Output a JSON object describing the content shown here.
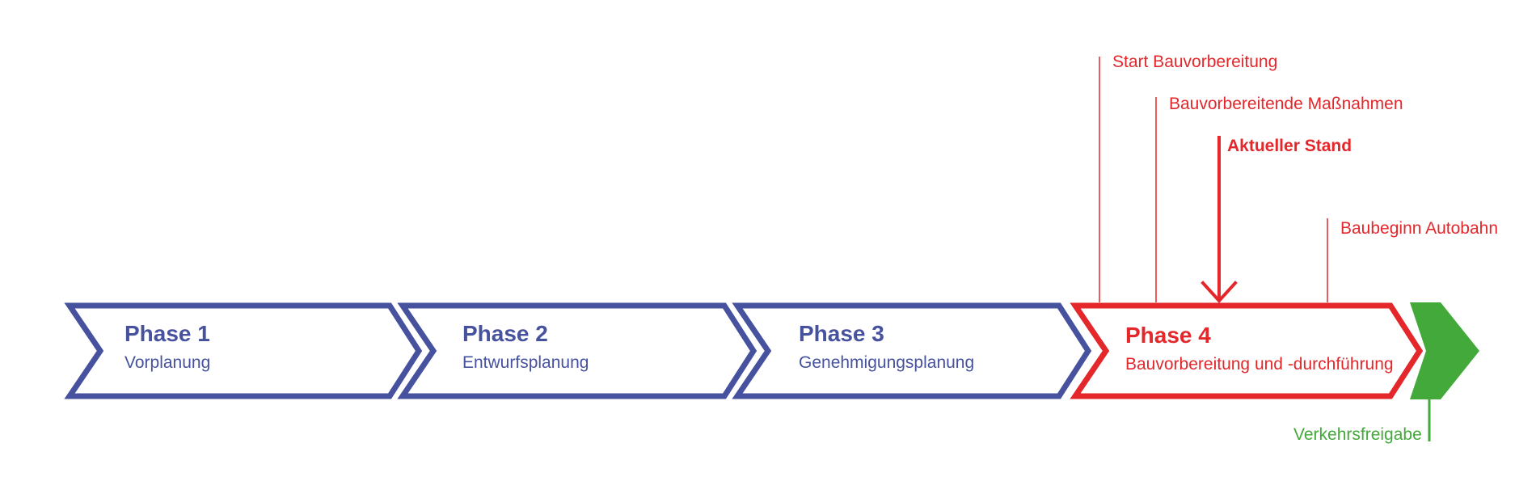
{
  "colors": {
    "blue": "#47529F",
    "red": "#E3272B",
    "green": "#43A93A"
  },
  "phases": [
    {
      "title": "Phase 1",
      "subtitle": "Vorplanung",
      "color": "#47529F"
    },
    {
      "title": "Phase 2",
      "subtitle": "Entwurfsplanung",
      "color": "#47529F"
    },
    {
      "title": "Phase 3",
      "subtitle": "Genehmigungsplanung",
      "color": "#47529F"
    },
    {
      "title": "Phase 4",
      "subtitle": "Bauvorbereitung und -durchführung",
      "color": "#E3272B"
    }
  ],
  "milestones": {
    "start": "Start Bauvorbereitung",
    "measures": "Bauvorbereitende Maßnahmen",
    "current": "Aktueller Stand",
    "construction_start": "Baubeginn Autobahn",
    "opening": "Verkehrsfreigabe"
  }
}
